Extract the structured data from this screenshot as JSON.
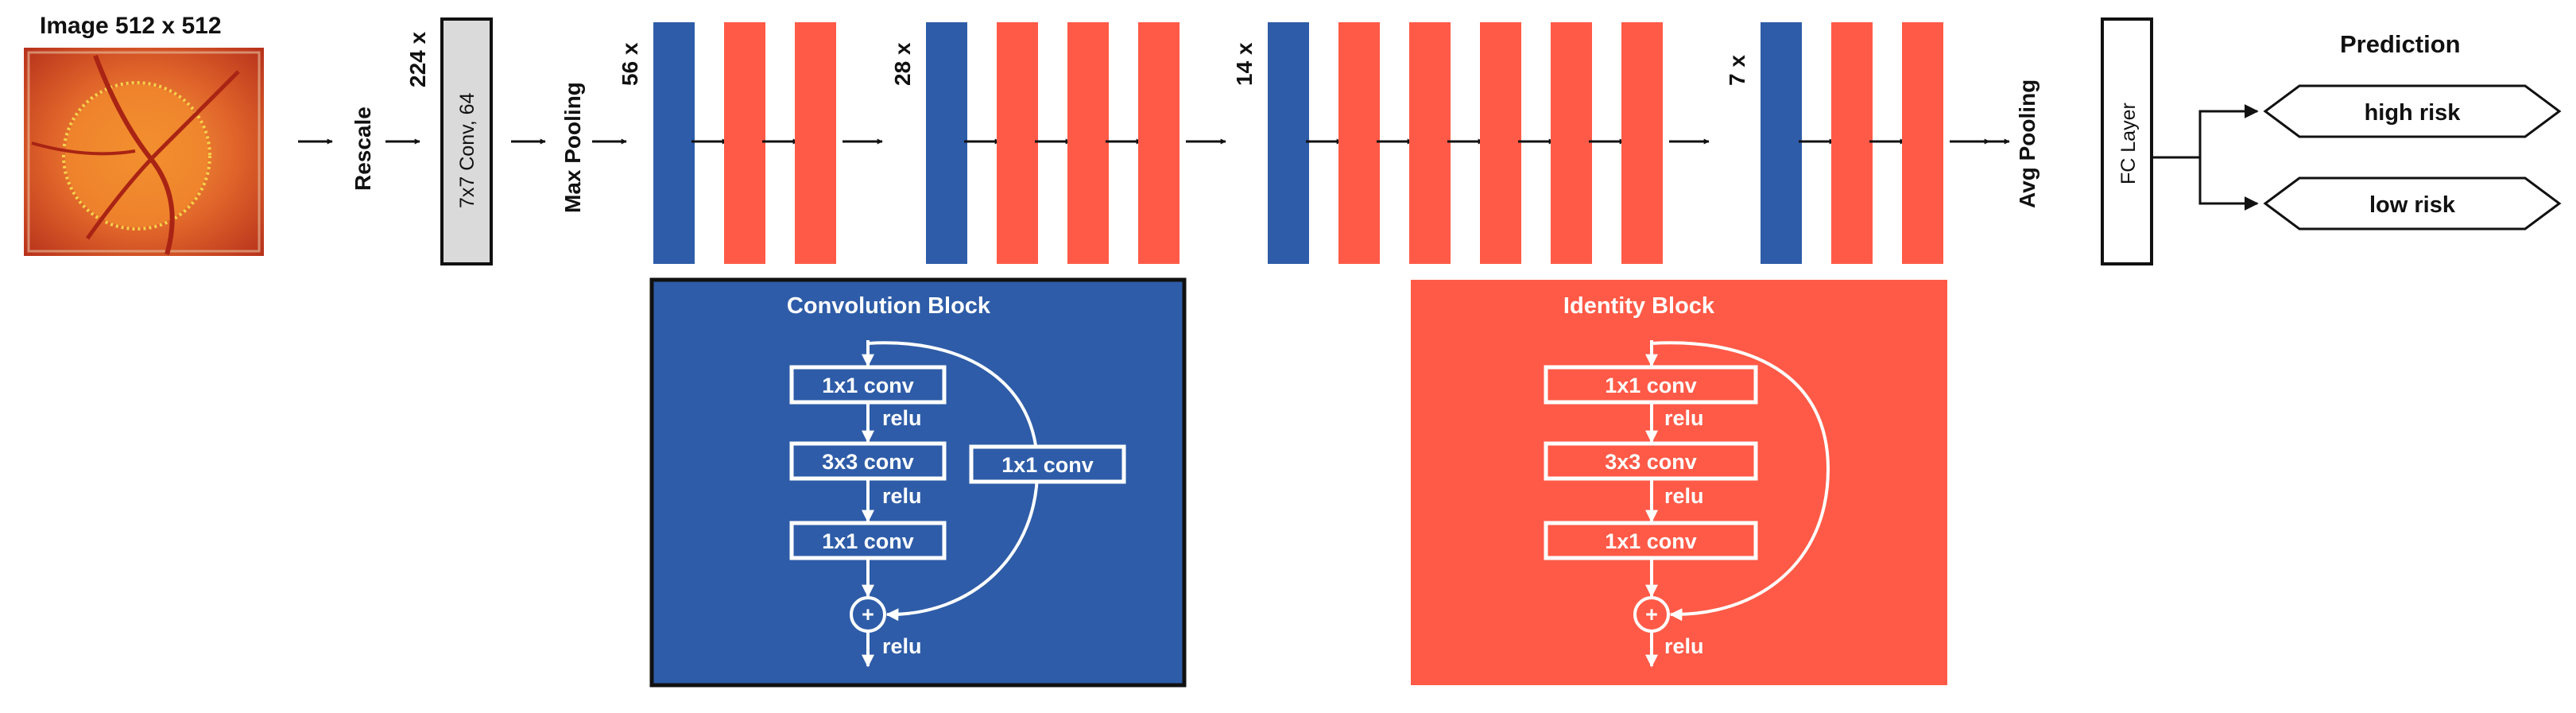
{
  "input": {
    "title": "Image 512 x 512",
    "rescale_label": "Rescale",
    "size_224": "224 x",
    "conv7_label": "7x7 Conv, 64",
    "maxpool_label": "Max Pooling"
  },
  "stages": [
    {
      "size": "56 x",
      "conv_blocks": 1,
      "identity_blocks": 2
    },
    {
      "size": "28 x",
      "conv_blocks": 1,
      "identity_blocks": 3
    },
    {
      "size": "14 x",
      "conv_blocks": 1,
      "identity_blocks": 5
    },
    {
      "size": "7 x",
      "conv_blocks": 1,
      "identity_blocks": 2
    }
  ],
  "output": {
    "avgpool_label": "Avg Pooling",
    "fc_label": "FC Layer",
    "prediction_title": "Prediction",
    "classes": [
      "high risk",
      "low risk"
    ]
  },
  "convolution_block": {
    "title": "Convolution Block",
    "layers": [
      "1x1 conv",
      "3x3 conv",
      "1x1 conv"
    ],
    "shortcut": "1x1 conv",
    "activation": "relu",
    "add_symbol": "+"
  },
  "identity_block": {
    "title": "Identity Block",
    "layers": [
      "1x1 conv",
      "3x3 conv",
      "1x1 conv"
    ],
    "activation": "relu",
    "add_symbol": "+"
  },
  "colors": {
    "conv_block": "#2E5CA8",
    "identity_block": "#FF5A47",
    "conv_box": "#DADADA",
    "fundus_outer": "#C93A1E",
    "fundus_inner": "#F08A2A",
    "text": "#111111"
  }
}
